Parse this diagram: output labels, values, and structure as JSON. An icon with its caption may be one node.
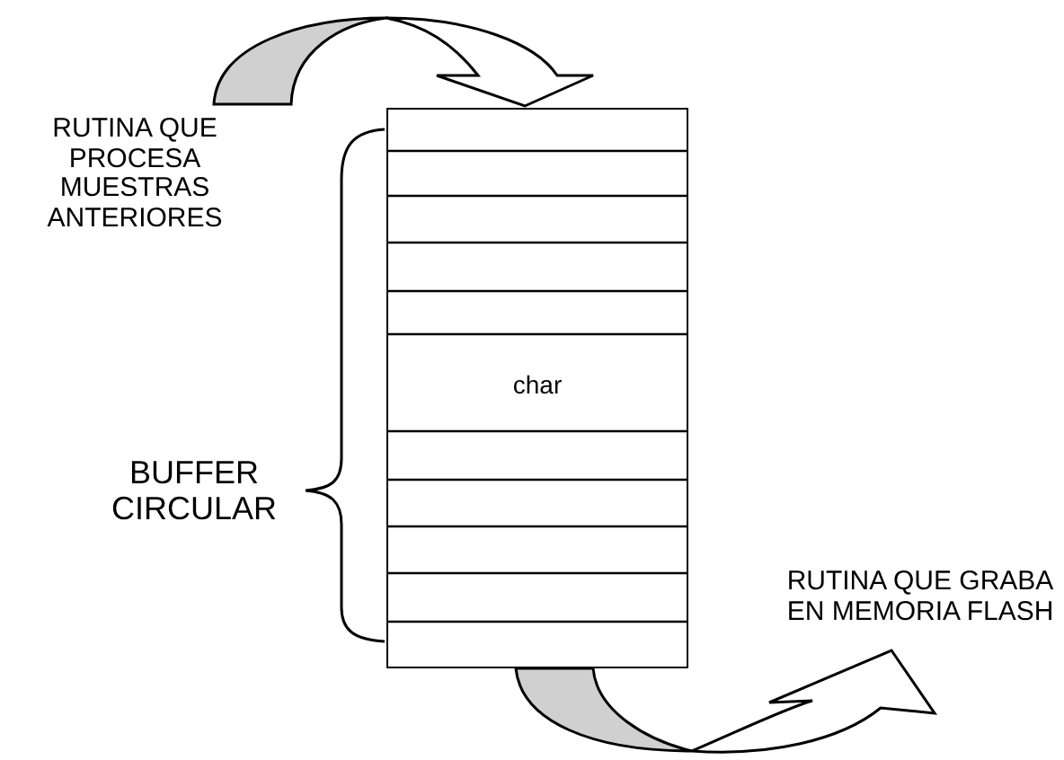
{
  "diagram": {
    "nodes": [
      {
        "text": [
          "RUTINA QUE PROCESA MUESTRAS ANTERIORES"
        ]
      },
      {
        "text": [
          "char"
        ]
      },
      {
        "text": [
          "RUTINA QUE GRABA EN MEMORIA FLASH"
        ]
      }
    ],
    "edges": [
      {
        "from": 0,
        "to": 1,
        "arrow": "to"
      },
      {
        "from": 1,
        "to": 2,
        "arrow": "to"
      }
    ],
    "labels": [
      "BUFFER CIRCULAR"
    ]
  }
}
